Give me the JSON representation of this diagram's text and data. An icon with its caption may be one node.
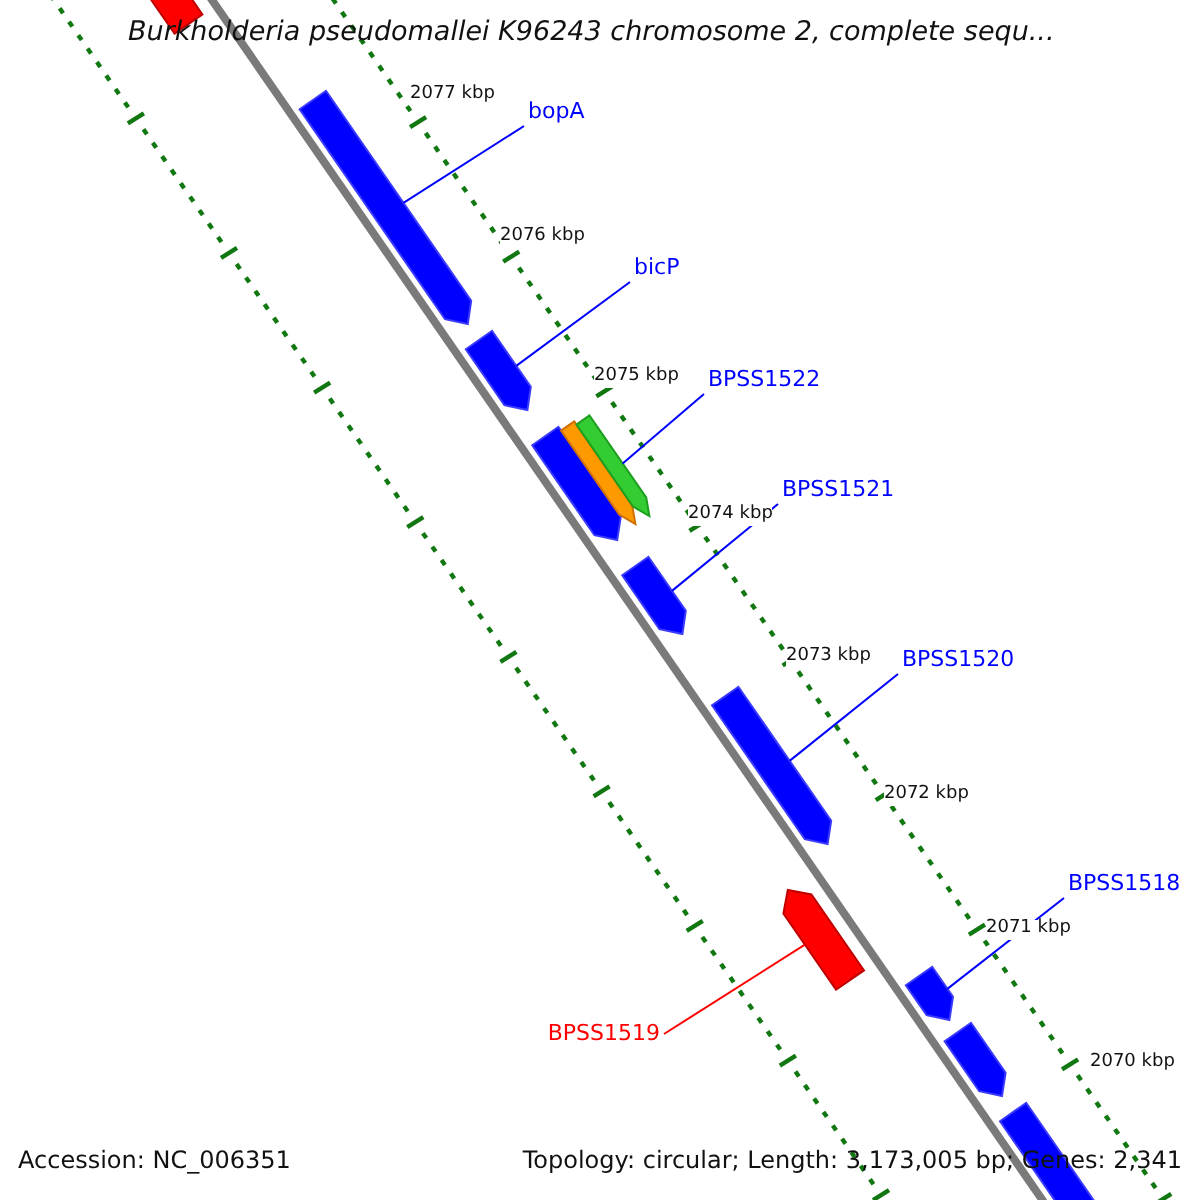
{
  "diagram": {
    "title": "Burkholderia pseudomallei K96243 chromosome 2, complete sequ...",
    "nodes": [
      {
        "text": [],
        "shape": "arrow"
      },
      {
        "text": [
          "bopA"
        ]
      },
      {
        "text": [],
        "shape": "arrow"
      },
      {
        "text": [
          "bicP"
        ]
      },
      {
        "text": [],
        "shape": "arrow"
      },
      {
        "text": [
          "BPSS1522"
        ]
      },
      {
        "text": [],
        "shape": "arrow"
      },
      {
        "text": [],
        "shape": "arrow"
      },
      {
        "text": [],
        "shape": "arrow"
      },
      {
        "text": [
          "BPSS1521"
        ]
      },
      {
        "text": [],
        "shape": "arrow"
      },
      {
        "text": [
          "BPSS1520"
        ]
      },
      {
        "text": [],
        "shape": "arrow"
      },
      {
        "text": [
          "BPSS1518"
        ]
      },
      {
        "text": [],
        "shape": "arrow"
      },
      {
        "text": [],
        "shape": "arrow"
      },
      {
        "text": [
          "BPSS1519"
        ]
      },
      {
        "text": [],
        "shape": "arrow"
      },
      {
        "text": [],
        "shape": "arrow"
      }
    ],
    "edges": [
      {
        "from": 1,
        "to": 2,
        "arrow": "none"
      },
      {
        "from": 3,
        "to": 4,
        "arrow": "none"
      },
      {
        "from": 5,
        "to": 8,
        "arrow": "none"
      },
      {
        "from": 9,
        "to": 10,
        "arrow": "none"
      },
      {
        "from": 11,
        "to": 12,
        "arrow": "none"
      },
      {
        "from": 13,
        "to": 15,
        "arrow": "none"
      },
      {
        "from": 16,
        "to": 14,
        "arrow": "none",
        "color": "#ff0000"
      }
    ],
    "labels": [
      "2077 kbp",
      "2076 kbp",
      "2075 kbp",
      "2074 kbp",
      "2073 kbp",
      "2072 kbp",
      "2071 kbp",
      "2070 kbp",
      "Accession: NC_006351",
      "Topology: circular; Length: 3,173,005 bp; Genes: 2,341"
    ]
  }
}
